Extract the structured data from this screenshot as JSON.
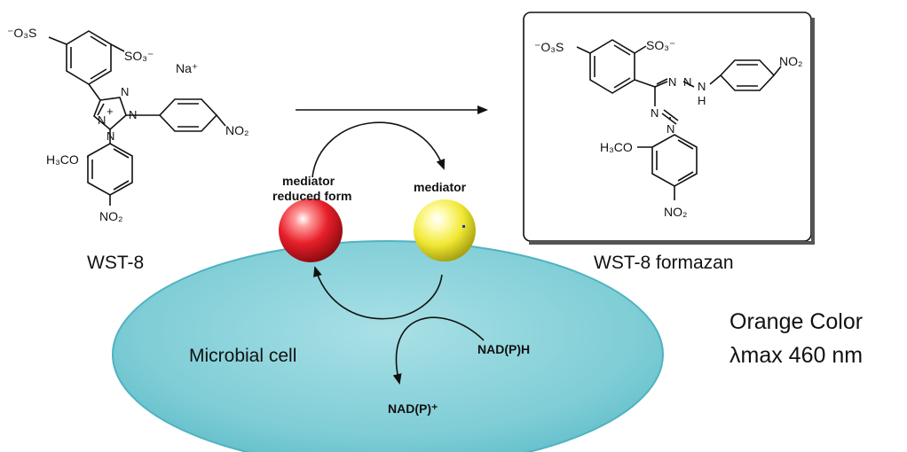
{
  "wst8": {
    "name": "WST-8",
    "groups": {
      "so3_left": "⁻O₃S",
      "so3_ortho": "SO₃⁻",
      "na": "Na⁺",
      "no2_phenyl": "NO₂",
      "h3co": "H₃CO",
      "no2_bottom": "NO₂",
      "n_top": "N",
      "n_right": "N",
      "n_plus": "N",
      "plus": "+",
      "n_bottom": "N"
    }
  },
  "formazan": {
    "name": "WST-8 formazan",
    "groups": {
      "so3_left": "⁻O₃S",
      "so3_ortho": "SO₃⁻",
      "no2_phenyl": "NO₂",
      "h3co": "H₃CO",
      "no2_bottom": "NO₂",
      "n_eq1": "N",
      "n_eq2": "N",
      "n_h": "N",
      "h": "H",
      "n_low1": "N",
      "n_low2": "N"
    }
  },
  "cycle": {
    "mediator_reduced": [
      "mediator",
      "reduced form"
    ],
    "mediator": "mediator",
    "nadph": "NAD(P)H",
    "nadp": "NAD(P)⁺"
  },
  "cell": {
    "label": "Microbial cell"
  },
  "info": {
    "line1": "Orange Color",
    "line2": "λmax 460 nm"
  },
  "colors": {
    "cell_fill": "#7fcdd6",
    "cell_edge": "#4fb3c0",
    "reduced_mediator": "#e8202a",
    "mediator": "#f0e832"
  }
}
